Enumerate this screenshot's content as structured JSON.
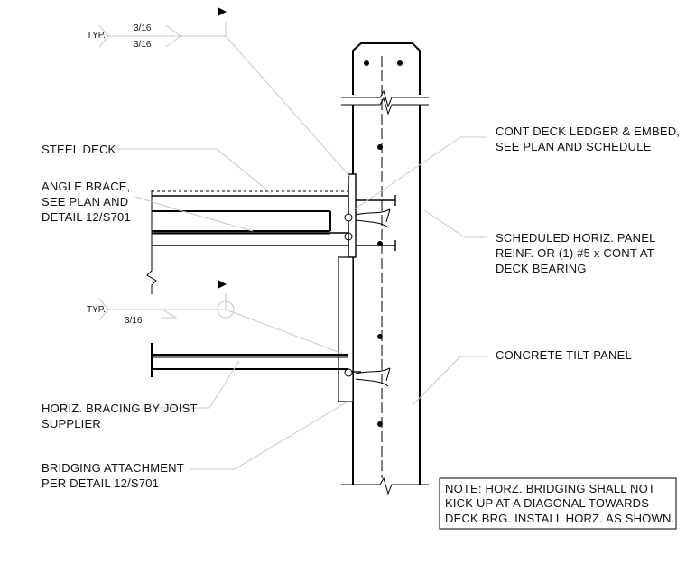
{
  "labels": {
    "steel_deck": "STEEL DECK",
    "angle_brace": [
      "ANGLE BRACE,",
      "SEE PLAN AND",
      "DETAIL 12/S701"
    ],
    "ledger": [
      "CONT DECK LEDGER & EMBED,",
      "SEE PLAN AND SCHEDULE"
    ],
    "reinf": [
      "SCHEDULED HORIZ. PANEL",
      "REINF. OR (1) #5 x CONT AT",
      "DECK BEARING"
    ],
    "tilt_panel": "CONCRETE TILT PANEL",
    "horiz_bracing": [
      "HORIZ. BRACING BY JOIST",
      "SUPPLIER"
    ],
    "bridging": [
      "BRIDGING ATTACHMENT",
      "PER DETAIL 12/S701"
    ]
  },
  "weld_top": {
    "typ": "TYP.",
    "upper": "3/16",
    "lower": "3/16"
  },
  "weld_mid": {
    "typ": "TYP.",
    "size": "3/16"
  },
  "note": [
    "NOTE: HORZ. BRIDGING SHALL NOT",
    "KICK UP AT A DIAGONAL TOWARDS",
    "DECK BRG. INSTALL HORZ. AS SHOWN."
  ]
}
